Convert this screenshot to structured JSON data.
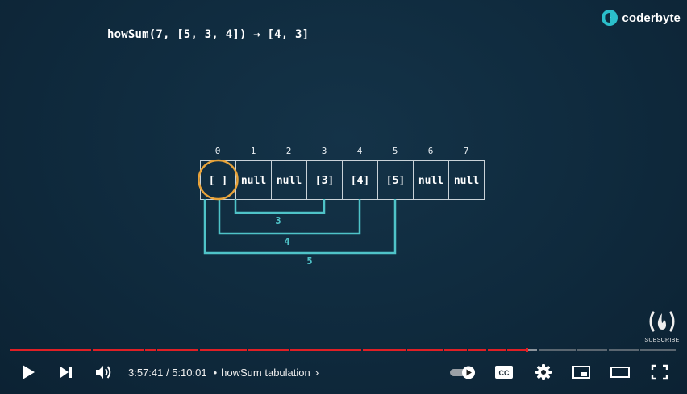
{
  "video": {
    "title_expression": "howSum(7, [5, 3, 4]) → [4, 3]",
    "brand_name": "coderbyte",
    "table": {
      "indices": [
        "0",
        "1",
        "2",
        "3",
        "4",
        "5",
        "6",
        "7"
      ],
      "cells": [
        "[ ]",
        "null",
        "null",
        "[3]",
        "[4]",
        "[5]",
        "null",
        "null"
      ]
    },
    "jumps": [
      {
        "label": "3",
        "from_index": 0,
        "to_index": 3
      },
      {
        "label": "4",
        "from_index": 0,
        "to_index": 4
      },
      {
        "label": "5",
        "from_index": 0,
        "to_index": 5
      }
    ],
    "highlighted_index": 0,
    "colors": {
      "accent": "#4fc3c8",
      "highlight": "#e8a33a",
      "grid": "#c9d2d8",
      "text": "#ffffff",
      "background": "#0f2a3d"
    }
  },
  "subscribe": {
    "label": "SUBSCRIBE",
    "icon": "freecodecamp-flame-icon"
  },
  "player": {
    "progress": {
      "played_fraction": 0.774,
      "loaded_fraction": 0.79,
      "colors": {
        "played": "#e01f25",
        "loaded": "#8c949c",
        "rest": "#5a6670"
      }
    },
    "time_current": "3:57:41",
    "time_separator": " / ",
    "time_duration": "5:10:01",
    "chapter_title": "howSum tabulation",
    "chapter_bullet": "•",
    "chapter_chevron": "›",
    "controls": {
      "play": "play-icon",
      "next": "next-icon",
      "volume": "volume-icon",
      "autoplay": "autoplay-toggle-icon",
      "captions": "closed-captions-icon",
      "settings": "gear-icon",
      "miniplayer": "miniplayer-icon",
      "theater": "theater-mode-icon",
      "fullscreen": "fullscreen-icon"
    },
    "captions_text": "CC"
  }
}
